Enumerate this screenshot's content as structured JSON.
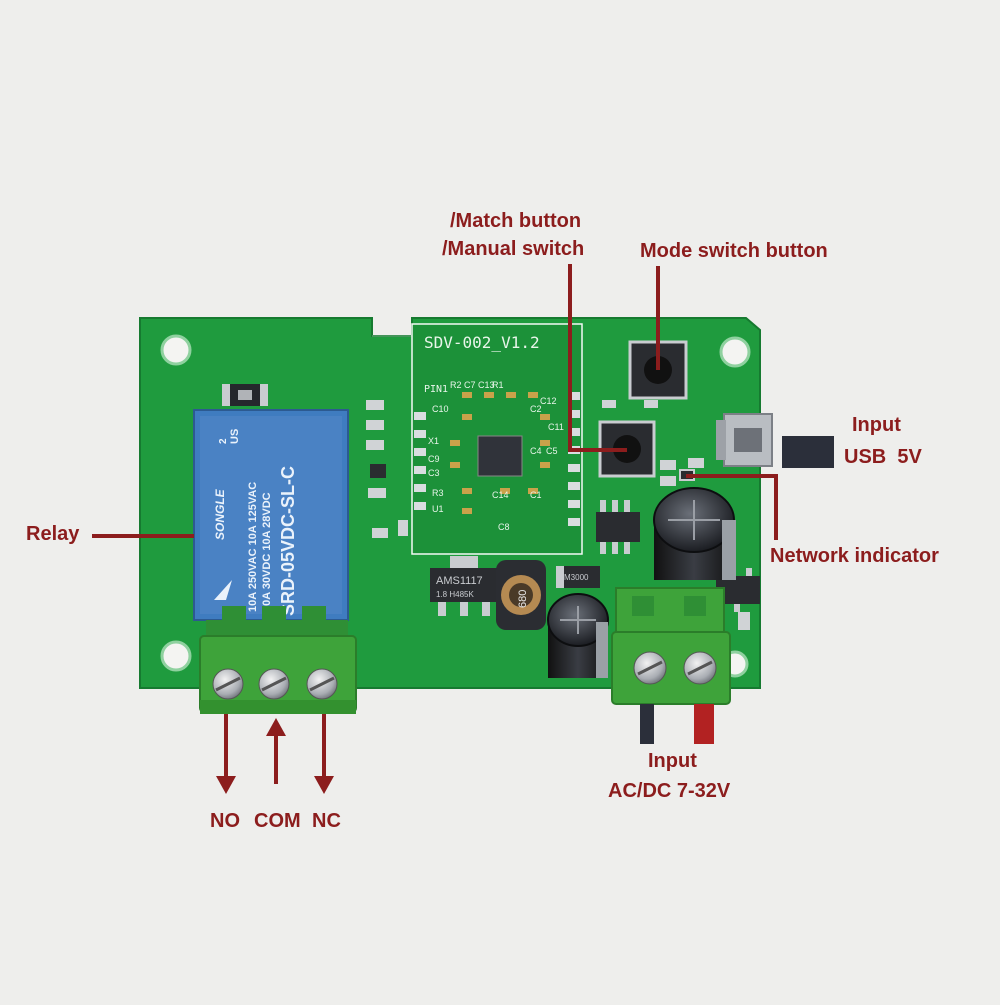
{
  "colors": {
    "background": "#eeeeec",
    "pcb": "#1f9b3e",
    "annotation": "#8c1d1d",
    "relay_body": "#4a82c4",
    "terminal": "#3ea33a",
    "wire_negative": "#2b2f3a",
    "wire_positive": "#b22222"
  },
  "labels": {
    "match_button_1": "/Match button",
    "match_button_2": "/Manual switch",
    "mode_switch": "Mode switch button",
    "input_usb_1": "Input",
    "input_usb_2": "USB  5V",
    "relay": "Relay",
    "network_indicator": "Network indicator",
    "input_ac_1": "Input",
    "input_ac_2": "AC/DC 7-32V",
    "no": "NO",
    "com": "COM",
    "nc": "NC"
  },
  "board": {
    "silkscreen_version": "SDV-002_V1.2",
    "pin1": "PIN1",
    "component_refs": [
      "R2",
      "C7",
      "C13",
      "R1",
      "C12",
      "C10",
      "C2",
      "X1",
      "C9",
      "C3",
      "C4",
      "C5",
      "C11",
      "C14",
      "C1",
      "R3",
      "U1",
      "C8"
    ]
  },
  "relay": {
    "brand": "SONGLE",
    "rating_lines": [
      "10A 250VAC  10A 125VAC",
      "10A  30VDC  10A  28VDC"
    ],
    "model": "SRD-05VDC-SL-C",
    "cert": "US",
    "cert_num": "2"
  },
  "chips": {
    "regulator": "AMS1117",
    "regulator_sub": "1.8 H485K",
    "inductor": "680",
    "diode": "M3000"
  },
  "icons": [
    "arrow-down-icon",
    "arrow-up-icon",
    "screw-terminal-icon",
    "mounting-hole-icon"
  ]
}
